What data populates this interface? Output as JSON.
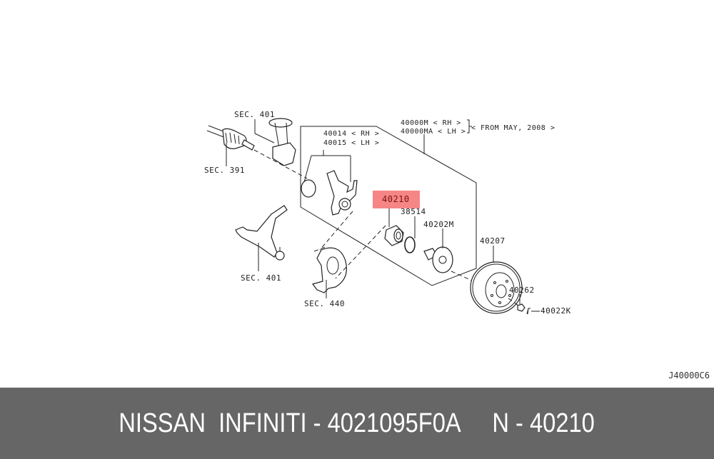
{
  "diagram": {
    "code": "J40000C6",
    "highlight_color": "#f58080",
    "highlighted_part": "40210",
    "labels": {
      "sec401_top": "SEC. 401",
      "sec391": "SEC. 391",
      "knuckle_rh": "40014 < RH >",
      "knuckle_lh": "40015 < LH >",
      "assembly_rh": "40000M  < RH >",
      "assembly_lh": "40000MA < LH >",
      "assembly_note": "< FROM MAY, 2008 >",
      "bearing": "40210",
      "snap_ring": "38514",
      "hub": "40202M",
      "rotor": "40207",
      "bolt": "40262",
      "nut": "40022K",
      "sec401_bottom": "SEC. 401",
      "sec440": "SEC. 440"
    }
  },
  "footer": {
    "title": "NISSAN  INFINITI - 4021095F0A     N - 40210",
    "background": "#666666"
  }
}
